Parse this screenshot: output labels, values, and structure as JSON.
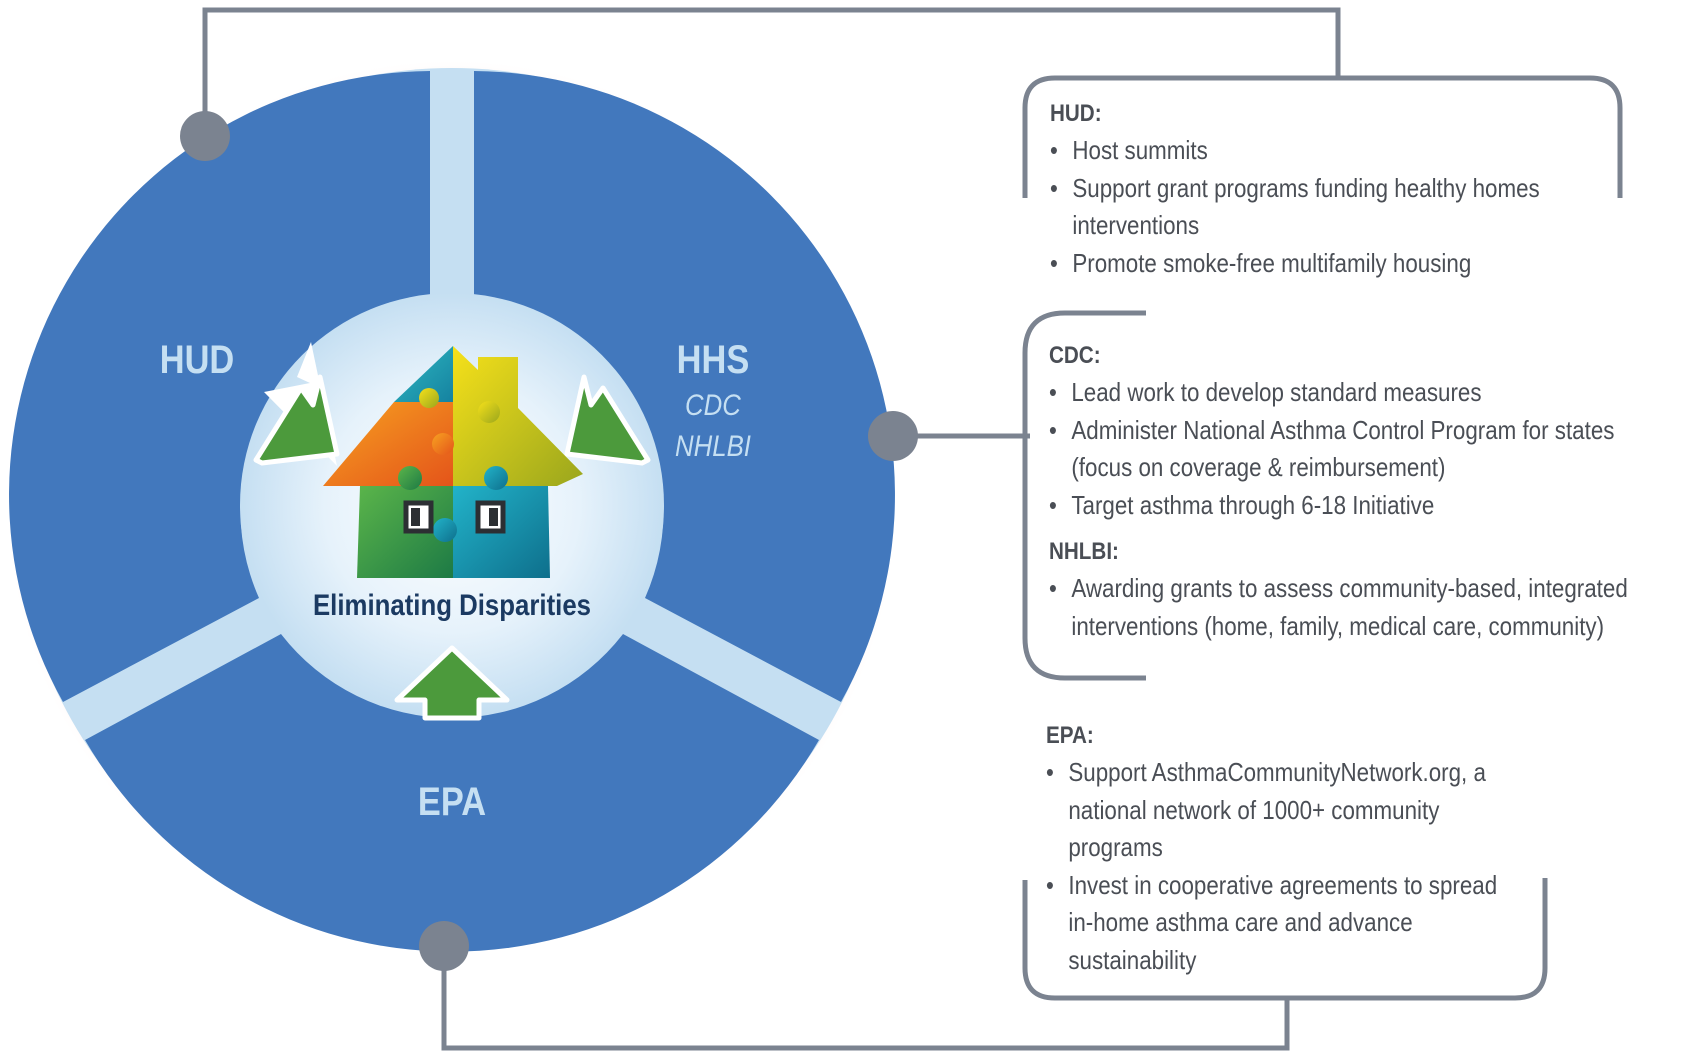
{
  "diagram": {
    "center_label": "Eliminating Disparities",
    "segments": {
      "hud": {
        "label": "HUD"
      },
      "hhs": {
        "label": "HHS",
        "sub1": "CDC",
        "sub2": "NHLBI"
      },
      "epa": {
        "label": "EPA"
      }
    }
  },
  "panels": {
    "hud": {
      "heading": "HUD:",
      "items": [
        "Host summits",
        "Support grant programs funding healthy homes interventions",
        "Promote smoke-free multifamily housing"
      ]
    },
    "cdc": {
      "heading": "CDC:",
      "items": [
        "Lead work to develop standard measures",
        "Administer National Asthma Control Program for states (focus on coverage & reimbursement)",
        "Target asthma through 6-18 Initiative"
      ]
    },
    "nhlbi": {
      "heading": "NHLBI:",
      "items": [
        "Awarding grants to assess community-based, integrated interventions (home, family, medical care, community)"
      ]
    },
    "epa": {
      "heading": "EPA:",
      "items": [
        "Support AsthmaCommunityNetwork.org, a national network of 1000+ community programs",
        "Invest in cooperative agreements to spread in-home asthma care and advance sustainability"
      ]
    }
  },
  "colors": {
    "segment_blue": "#4278bd",
    "light_blue": "#c5dff2",
    "connector_gray": "#7b8390",
    "arrow_green": "#4c9a3c",
    "title_navy": "#1b3a62",
    "text_gray": "#4a4e55"
  },
  "icons": {
    "house": "puzzle-house-icon",
    "arrow": "inward-arrow-icon",
    "bullet": "bullet-dot"
  }
}
